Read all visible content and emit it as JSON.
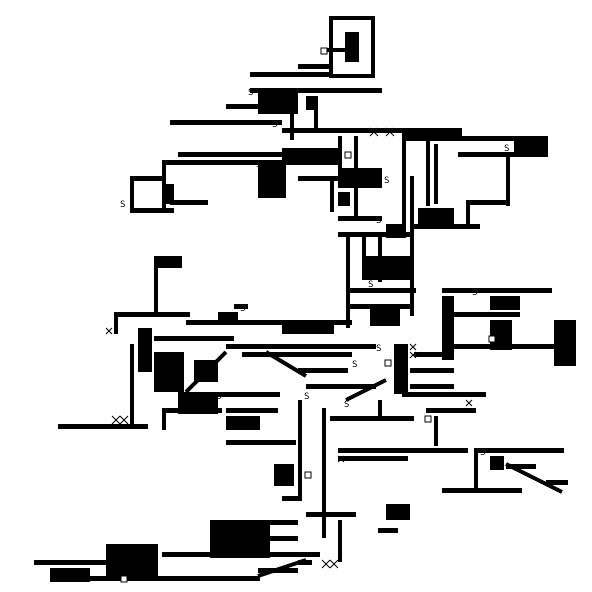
{
  "screen": {
    "background": "#ffffff",
    "ink": "#000000"
  },
  "map": {
    "legend_glyphs": [
      "S",
      "#",
      "x",
      "o"
    ],
    "stairs_glyph": "S",
    "wall_color": "#000000",
    "floor_color": "#ffffff"
  }
}
